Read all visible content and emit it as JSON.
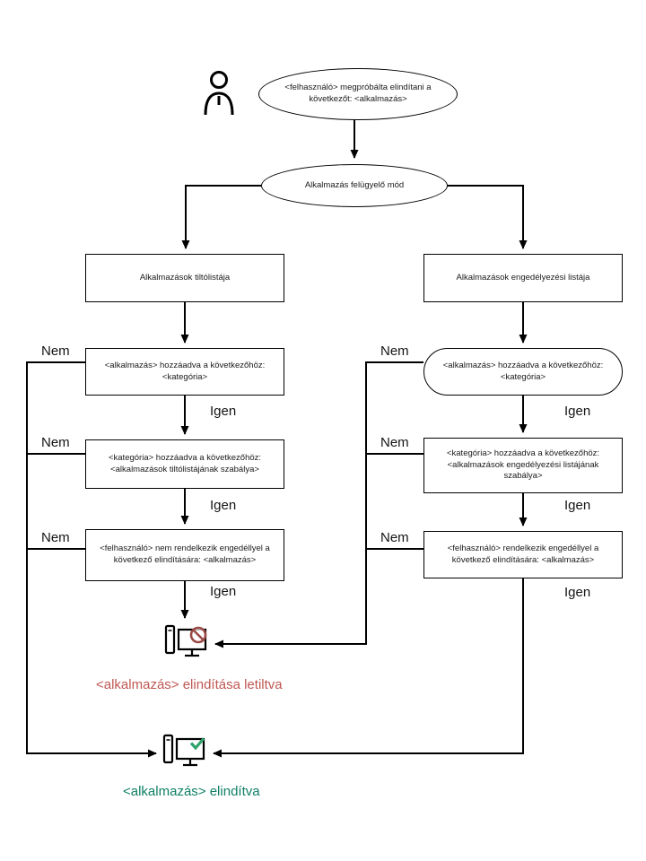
{
  "diagram": {
    "start": "<felhasználó> megpróbálta elindítani a következőt: <alkalmazás>",
    "mode": "Alkalmazás felügyelő mód",
    "left": {
      "header": "Alkalmazások tiltólistája",
      "step1": "<alkalmazás>  hozzáadva a következőhöz: <kategória>",
      "step2": "<kategória> hozzáadva a következőhöz: <alkalmazások tiltólistájának szabálya>",
      "step3": "<felhasználó> nem rendelkezik engedéllyel a következő elindítására: <alkalmazás>"
    },
    "right": {
      "header": "Alkalmazások engedélyezési listája",
      "step1": "<alkalmazás>  hozzáadva a következőhöz: <kategória>",
      "step2": "<kategória> hozzáadva a következőhöz: <alkalmazások engedélyezési listájának szabálya>",
      "step3": "<felhasználó> rendelkezik engedéllyel a következő elindítására: <alkalmazás>"
    },
    "labels": {
      "yes": "Igen",
      "no": "Nem"
    },
    "results": {
      "blocked": "<alkalmazás>  elindítása letiltva",
      "started": "<alkalmazás>  elindítva"
    },
    "icons": {
      "user": "user-silhouette",
      "blocked": "monitor-blocked-sign",
      "started": "monitor-check-mark"
    },
    "colors": {
      "blocked": "#bf5753",
      "started": "#0f8066",
      "line": "#000000"
    }
  }
}
